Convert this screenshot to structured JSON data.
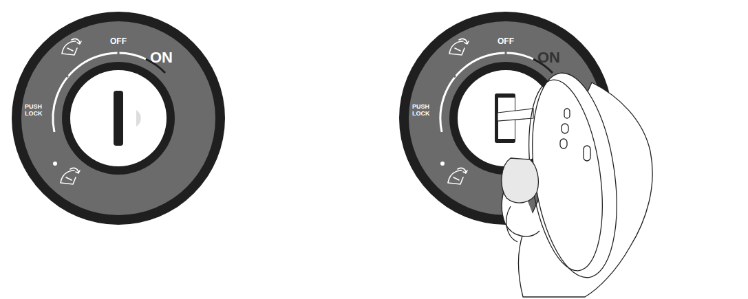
{
  "diagram": {
    "labels": [
      "OFF",
      "ON",
      "PUSH LOCK",
      "OFF",
      "ON",
      "PUSH LOCK"
    ]
  }
}
